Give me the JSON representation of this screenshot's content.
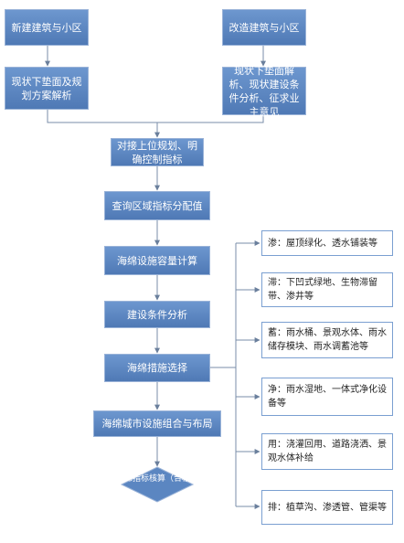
{
  "nodes": {
    "new_building": "新建建筑与小区",
    "renovate_building": "改造建筑与小区",
    "new_analysis": "现状下垫面及规划方案解析",
    "renovate_analysis": "现状下垫面解析、现状建设条件分析、征求业主意见",
    "upper_plan": "对接上位规划、明确控制指标",
    "query_index": "查询区域指标分配值",
    "capacity_calc": "海绵设施容量计算",
    "condition_analysis": "建设条件分析",
    "measure_select": "海绵措施选择",
    "layout": "海绵城市设施组合与布局",
    "check": "海绵指标核算（合格）"
  },
  "options": [
    "渗：屋顶绿化、透水铺装等",
    "滞：下凹式绿地、生物滞留带、渗井等",
    "蓄：雨水桶、景观水体、雨水储存模块、雨水调蓄池等",
    "净：雨水湿地、一体式净化设备等",
    "用：浇灌回用、道路浇洒、景观水体补给",
    "排：植草沟、渗透管、管渠等"
  ],
  "colors": {
    "node_fill": "#5b86c1",
    "line": "#7a8ea8",
    "option_border": "#7a9fd1"
  }
}
